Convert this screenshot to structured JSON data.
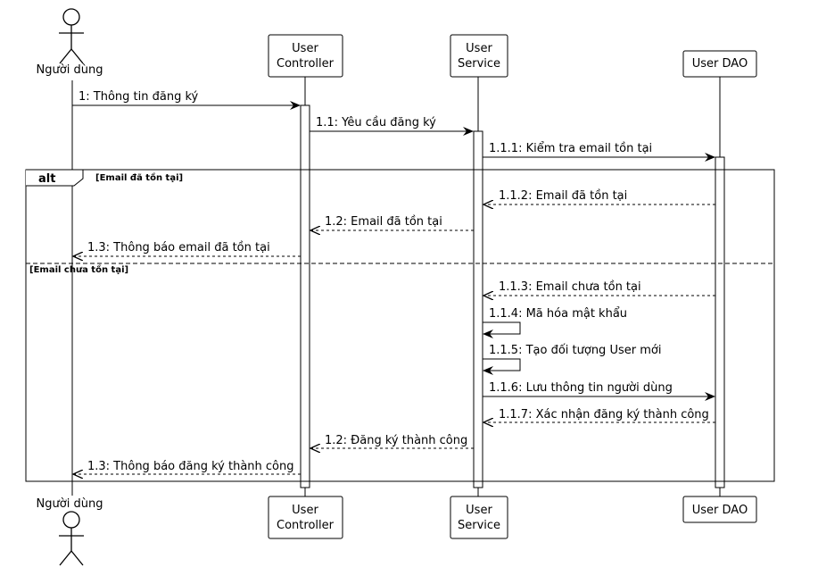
{
  "participants": {
    "user": "Người dùng",
    "controller": [
      "User",
      "Controller"
    ],
    "service": [
      "User",
      "Service"
    ],
    "dao": "User DAO"
  },
  "fragment": {
    "keyword": "alt",
    "guard1": "[Email đã tồn tại]",
    "guard2": "[Email chưa tồn tại]"
  },
  "messages": [
    "1: Thông tin đăng ký",
    "1.1: Yêu cầu đăng ký",
    "1.1.1: Kiểm tra email tồn tại",
    "1.1.2: Email đã tồn tại",
    "1.2: Email đã tồn tại",
    "1.3: Thông báo email đã tồn tại",
    "1.1.3: Email chưa tồn tại",
    "1.1.4: Mã hóa mật khẩu",
    "1.1.5: Tạo đối tượng User mới",
    "1.1.6: Lưu thông tin người dùng",
    "1.1.7: Xác nhận đăng ký thành công",
    "1.2: Đăng ký thành công",
    "1.3: Thông báo đăng ký thành công"
  ]
}
